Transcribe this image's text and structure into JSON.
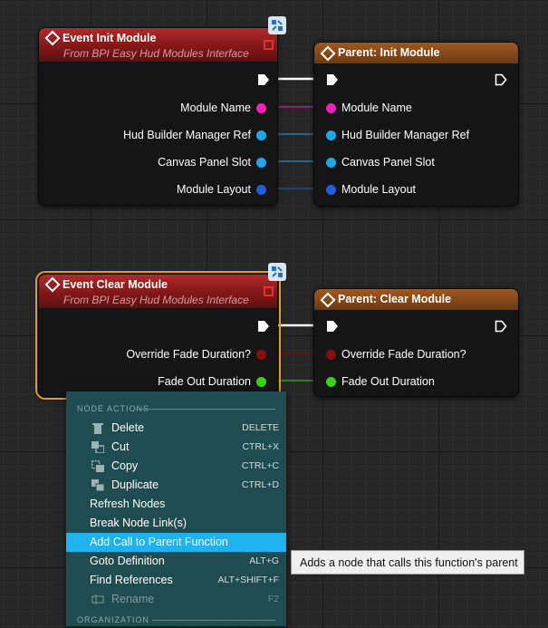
{
  "node_init": {
    "title": "Event Init Module",
    "subtitle": "From BPI Easy Hud Modules Interface",
    "pins": [
      "Module Name",
      "Hud Builder Manager Ref",
      "Canvas Panel Slot",
      "Module Layout"
    ]
  },
  "parent_init": {
    "title": "Parent: Init Module",
    "pins": [
      "Module Name",
      "Hud Builder Manager Ref",
      "Canvas Panel Slot",
      "Module Layout"
    ]
  },
  "node_clear": {
    "title": "Event Clear Module",
    "subtitle": "From BPI Easy Hud Modules Interface",
    "pins": [
      "Override Fade Duration?",
      "Fade Out Duration"
    ]
  },
  "parent_clear": {
    "title": "Parent: Clear Module",
    "pins": [
      "Override Fade Duration?",
      "Fade Out Duration"
    ]
  },
  "pin_colors": {
    "name": "#f020b8",
    "object": "#1ea6e8",
    "struct_blue": "#1f5fd8",
    "bool": "#8a0c0c",
    "float": "#3ad017",
    "exec": "#ffffff"
  },
  "menu": {
    "section_node_actions": "NODE ACTIONS",
    "section_organization": "ORGANIZATION",
    "items": [
      {
        "label": "Delete",
        "shortcut": "DELETE",
        "icon": "trash-icon"
      },
      {
        "label": "Cut",
        "shortcut": "CTRL+X",
        "icon": "cut-icon"
      },
      {
        "label": "Copy",
        "shortcut": "CTRL+C",
        "icon": "copy-icon"
      },
      {
        "label": "Duplicate",
        "shortcut": "CTRL+D",
        "icon": "duplicate-icon"
      },
      {
        "label": "Refresh Nodes",
        "shortcut": ""
      },
      {
        "label": "Break Node Link(s)",
        "shortcut": ""
      },
      {
        "label": "Add Call to Parent Function",
        "shortcut": "",
        "highlighted": true
      },
      {
        "label": "Goto Definition",
        "shortcut": "ALT+G"
      },
      {
        "label": "Find References",
        "shortcut": "ALT+SHIFT+F"
      },
      {
        "label": "Rename",
        "shortcut": "F2",
        "disabled": true,
        "icon": "rename-icon"
      }
    ]
  },
  "tooltip": "Adds a node that calls this function's parent",
  "colors": {
    "selection": "#e09b20",
    "highlight": "#1eb2ef",
    "menu_bg": "#1f4c51"
  }
}
